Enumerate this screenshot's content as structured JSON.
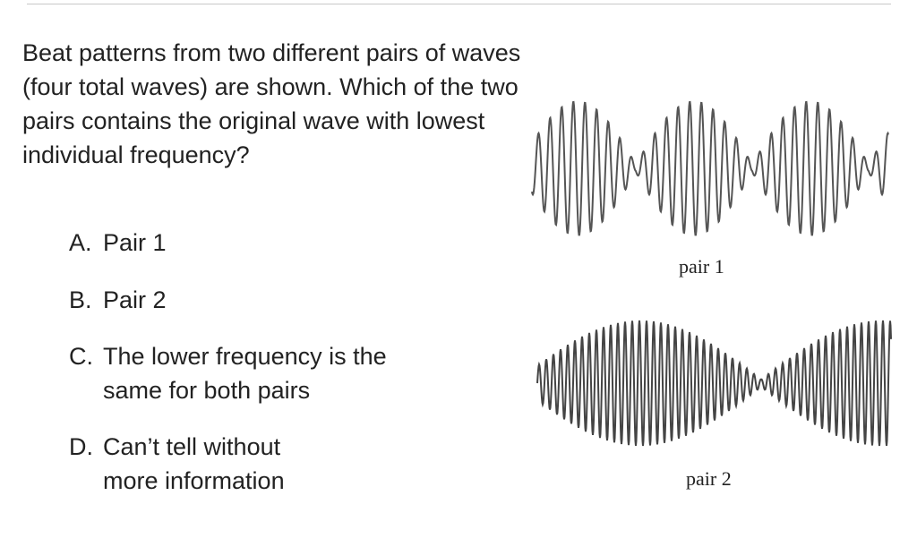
{
  "question": "Beat patterns from two different pairs of waves (four total waves) are shown. Which of the two pairs contains the original wave with lowest individual frequency?",
  "options": [
    {
      "letter": "A.",
      "text": "Pair 1"
    },
    {
      "letter": "B.",
      "text": "Pair 2"
    },
    {
      "letter": "C.",
      "text": "The lower frequency is the same for both pairs"
    },
    {
      "letter": "D.",
      "text": "Can’t tell without more information"
    }
  ],
  "figures": {
    "pair1_caption": "pair 1",
    "pair2_caption": "pair 2"
  }
}
